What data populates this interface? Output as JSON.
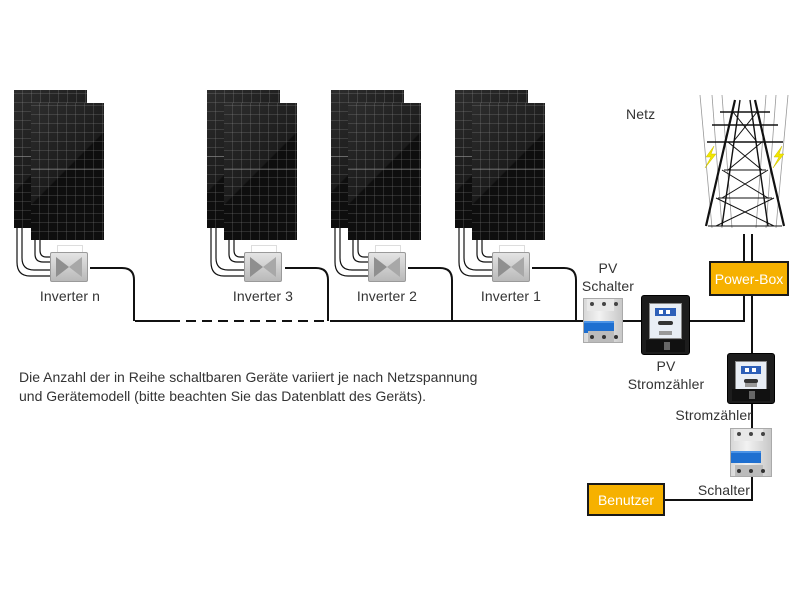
{
  "diagram": {
    "type": "solar micro-inverter wiring diagram",
    "inverters": [
      {
        "label": "Inverter n"
      },
      {
        "label": "Inverter 3"
      },
      {
        "label": "Inverter 2"
      },
      {
        "label": "Inverter 1"
      }
    ],
    "grid_label": "Netz",
    "power_box_label": "Power-Box",
    "pv_switch_label_line1": "PV",
    "pv_switch_label_line2": "Schalter",
    "pv_meter_label_line1": "PV",
    "pv_meter_label_line2": "Stromzähler",
    "main_meter_label": "Stromzähler",
    "main_switch_label": "Schalter",
    "user_label": "Benutzer",
    "note_line1": "Die Anzahl der in Reihe schaltbaren Geräte variiert je nach Netzspannung",
    "note_line2": "und Gerätemodell (bitte beachten Sie das Datenblatt des Geräts).",
    "colors": {
      "box_fill": "#f6b100",
      "box_border": "#1a1a1a",
      "wire": "#111111",
      "panel": "#0e0e0e",
      "breaker_handle": "#1e6fd0",
      "lightning": "#f2e600"
    }
  }
}
